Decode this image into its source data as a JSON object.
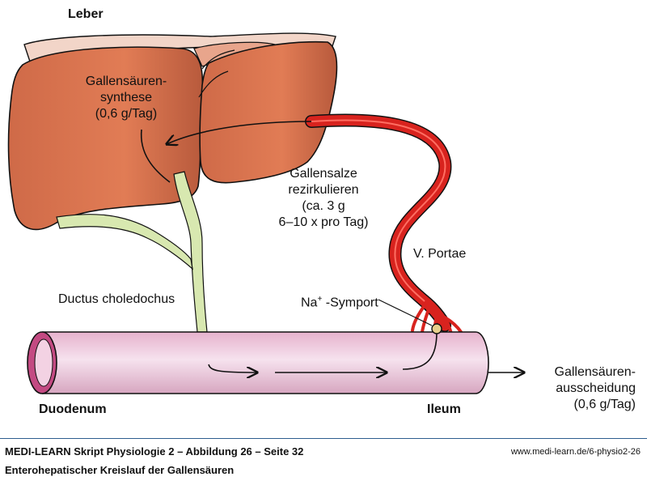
{
  "labels": {
    "leber": "Leber",
    "synthesis_line1": "Gallensäuren-",
    "synthesis_line2": "synthese",
    "synthesis_line3": "(0,6 g/Tag)",
    "recirc_line1": "Gallensalze",
    "recirc_line2": "rezirkulieren",
    "recirc_line3": "(ca. 3 g",
    "recirc_line4": "6–10 x pro Tag)",
    "portae": "V. Portae",
    "ductus": "Ductus choledochus",
    "symport_na": "Na",
    "symport_sup": "+",
    "symport_rest": " -Symport",
    "duodenum": "Duodenum",
    "ileum": "Ileum",
    "excretion_line1": "Gallensäuren-",
    "excretion_line2": "ausscheidung",
    "excretion_line3": "(0,6 g/Tag)"
  },
  "footer": {
    "title": "MEDI-LEARN Skript Physiologie 2 – Abbildung 26 – Seite 32",
    "url": "www.medi-learn.de/6-physio2-26",
    "caption": "Enterohepatischer Kreislauf der Gallensäuren"
  },
  "colors": {
    "liver": "#d9714c",
    "vein": "#d8231e",
    "bile_duct": "#d8e8b0",
    "intestine": "#efc7dc",
    "footer_rule": "#2d5d8f"
  }
}
